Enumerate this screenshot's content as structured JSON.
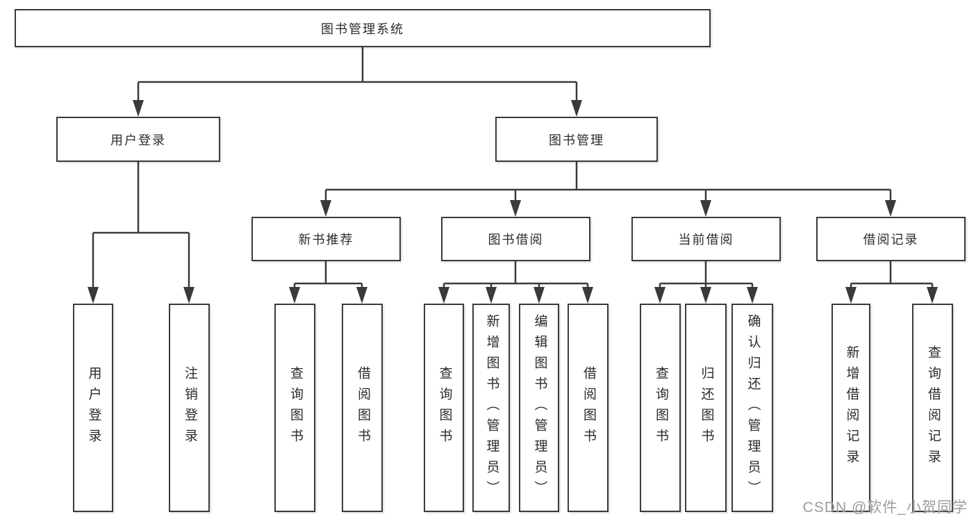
{
  "tree": {
    "label": "图书管理系统",
    "children": [
      {
        "label": "用户登录",
        "children": [
          {
            "label": "用户登录"
          },
          {
            "label": "注销登录"
          }
        ]
      },
      {
        "label": "图书管理",
        "children": [
          {
            "label": "新书推荐",
            "children": [
              {
                "label": "查询图书"
              },
              {
                "label": "借阅图书"
              }
            ]
          },
          {
            "label": "图书借阅",
            "children": [
              {
                "label": "查询图书"
              },
              {
                "label": "新增图书（管理员）"
              },
              {
                "label": "编辑图书（管理员）"
              },
              {
                "label": "借阅图书"
              }
            ]
          },
          {
            "label": "当前借阅",
            "children": [
              {
                "label": "查询图书"
              },
              {
                "label": "归还图书"
              },
              {
                "label": "确认归还（管理员）"
              }
            ]
          },
          {
            "label": "借阅记录",
            "children": [
              {
                "label": "新增借阅记录"
              },
              {
                "label": "查询借阅记录"
              }
            ]
          }
        ]
      }
    ]
  },
  "watermark": {
    "text": "CSDN @软件_小贺同学"
  },
  "colors": {
    "line": "#3a3a3a",
    "box_border": "#3a3a3a",
    "box_background": "#ffffff",
    "text": "#2b2b2b",
    "watermark": "#9b9b9b"
  }
}
